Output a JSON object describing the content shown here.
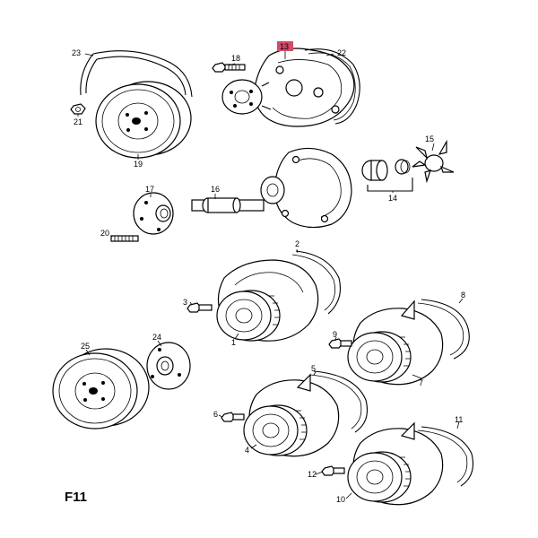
{
  "figure_code": "F11",
  "highlight_color": "#d44a6a",
  "callouts": [
    {
      "id": "c1",
      "text": "1"
    },
    {
      "id": "c2",
      "text": "2"
    },
    {
      "id": "c3",
      "text": "3"
    },
    {
      "id": "c4",
      "text": "4"
    },
    {
      "id": "c5",
      "text": "5"
    },
    {
      "id": "c6",
      "text": "6"
    },
    {
      "id": "c7",
      "text": "7"
    },
    {
      "id": "c8",
      "text": "8"
    },
    {
      "id": "c9",
      "text": "9"
    },
    {
      "id": "c10",
      "text": "10"
    },
    {
      "id": "c11",
      "text": "11"
    },
    {
      "id": "c12",
      "text": "12"
    },
    {
      "id": "c13",
      "text": "13",
      "highlighted": true
    },
    {
      "id": "c14",
      "text": "14"
    },
    {
      "id": "c15",
      "text": "15"
    },
    {
      "id": "c16",
      "text": "16"
    },
    {
      "id": "c17",
      "text": "17"
    },
    {
      "id": "c18",
      "text": "18"
    },
    {
      "id": "c19",
      "text": "19"
    },
    {
      "id": "c20",
      "text": "20"
    },
    {
      "id": "c21",
      "text": "21"
    },
    {
      "id": "c22",
      "text": "22"
    },
    {
      "id": "c23",
      "text": "23"
    },
    {
      "id": "c24",
      "text": "24"
    },
    {
      "id": "c25",
      "text": "25"
    }
  ]
}
